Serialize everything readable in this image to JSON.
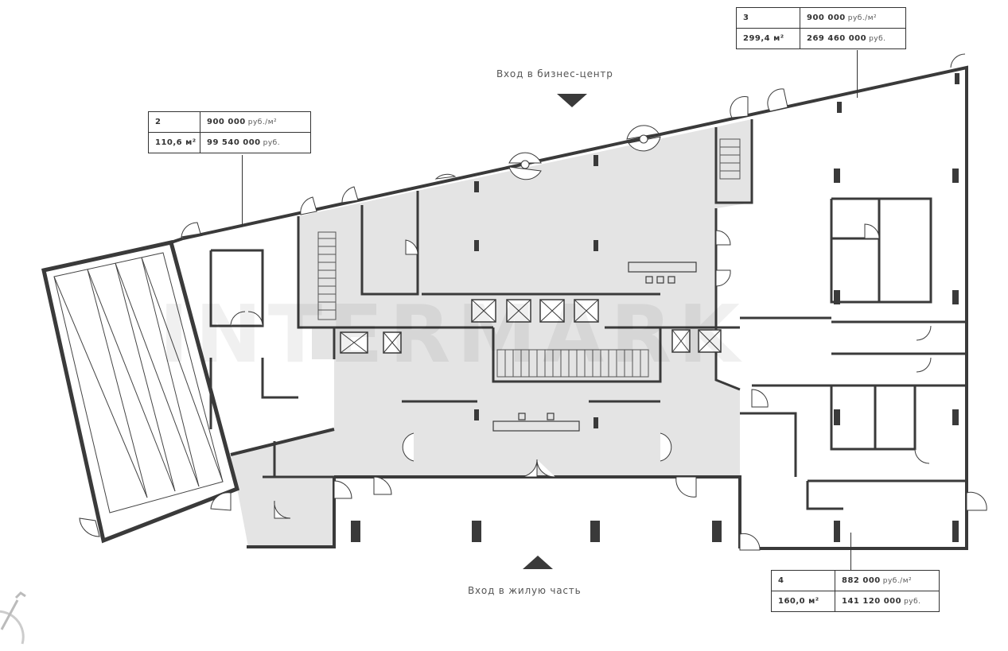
{
  "watermark": "INTERMARK",
  "entrances": {
    "top": "Вход в бизнес-центр",
    "bottom": "Вход в жилую часть"
  },
  "units": [
    {
      "number": "2",
      "area": "110,6 м²",
      "price_per_m2": "900 000",
      "price_per_m2_unit": "руб./м²",
      "total": "99 540 000",
      "total_unit": "руб."
    },
    {
      "number": "3",
      "area": "299,4 м²",
      "price_per_m2": "900 000",
      "price_per_m2_unit": "руб./м²",
      "total": "269 460 000",
      "total_unit": "руб."
    },
    {
      "number": "4",
      "area": "160,0 м²",
      "price_per_m2": "882 000",
      "price_per_m2_unit": "руб./м²",
      "total": "141 120 000",
      "total_unit": "руб."
    }
  ],
  "colors": {
    "wall": "#3a3a3a",
    "common_area": "#e4e4e4",
    "text": "#333333"
  }
}
